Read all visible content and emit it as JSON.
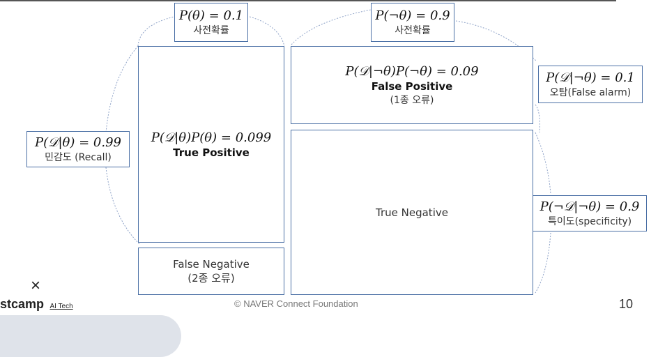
{
  "top_left": {
    "formula": "P(θ) = 0.1",
    "label": "사전확률"
  },
  "top_right": {
    "formula": "P(¬θ) = 0.9",
    "label": "사전확률"
  },
  "true_positive": {
    "formula": "P(𝒟|θ)P(θ) = 0.099",
    "label": "True Positive"
  },
  "false_positive": {
    "formula": "P(𝒟|¬θ)P(¬θ) = 0.09",
    "label": "False Positive",
    "sub": "(1종 오류)"
  },
  "false_negative": {
    "label": "False Negative",
    "sub": "(2종 오류)"
  },
  "true_negative": {
    "label": "True Negative"
  },
  "recall": {
    "formula": "P(𝒟|θ) = 0.99",
    "label": "민감도 (Recall)"
  },
  "false_alarm": {
    "formula": "P(𝒟|¬θ) = 0.1",
    "label": "오탐(False alarm)"
  },
  "specificity": {
    "formula": "P(¬𝒟|¬θ) = 0.9",
    "label": "특이도(specificity)"
  },
  "footer": {
    "close_mark": "×",
    "brand": "stcamp",
    "brand_suffix": "AI Tech",
    "copyright": "© NAVER Connect Foundation",
    "page_number": "10"
  }
}
